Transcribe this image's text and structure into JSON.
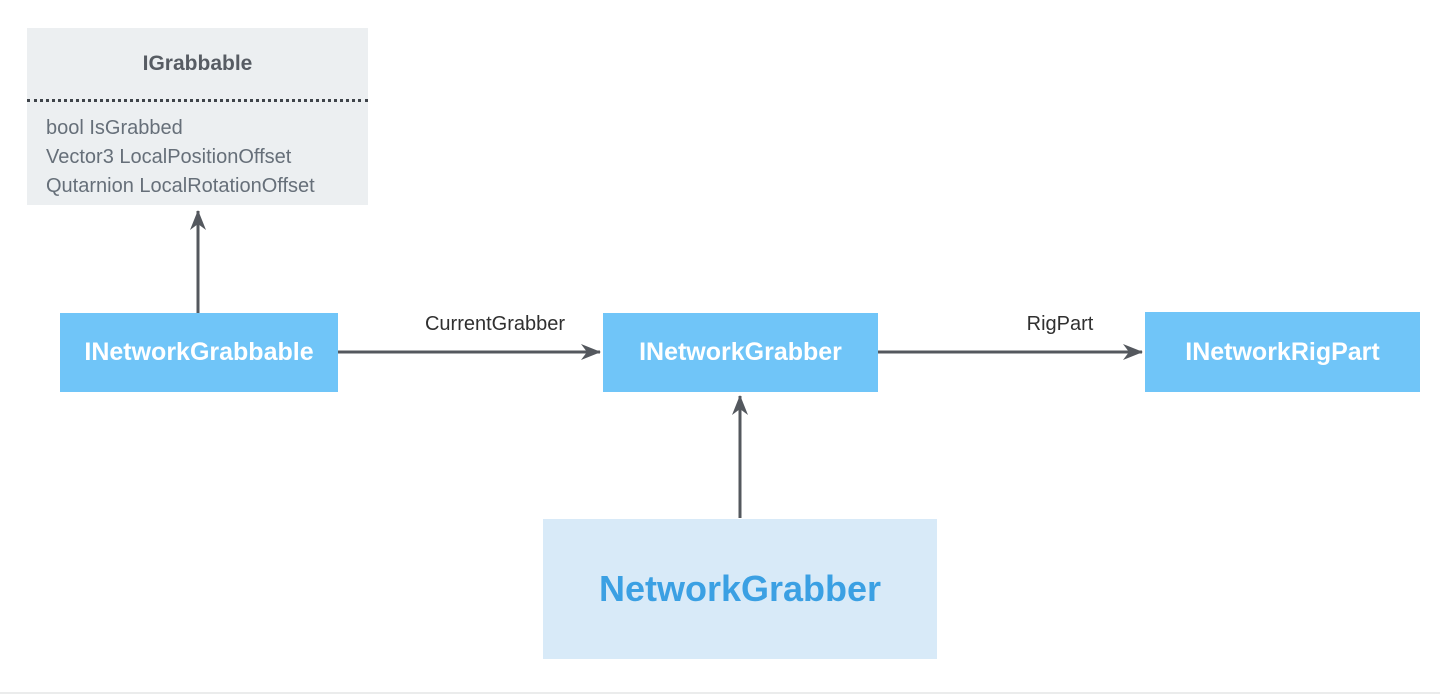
{
  "diagram": {
    "igrabbable": {
      "title": "IGrabbable",
      "members": [
        "bool IsGrabbed",
        "Vector3 LocalPositionOffset",
        "Qutarnion LocalRotationOffset"
      ]
    },
    "nodes": {
      "inetworkgrabbable": "INetworkGrabbable",
      "inetworkgrabber": "INetworkGrabber",
      "inetworkrigpart": "INetworkRigPart",
      "networkgrabber": "NetworkGrabber"
    },
    "edge_labels": {
      "current_grabber": "CurrentGrabber",
      "rig_part": "RigPart"
    },
    "colors": {
      "interface_box_bg": "#eceff1",
      "interface_title_text": "#575c63",
      "interface_member_text": "#666f79",
      "divider_dots": "#3f444a",
      "blue_node_bg": "#70c5f8",
      "blue_node_text": "#ffffff",
      "impl_node_bg": "#d8eaf8",
      "impl_node_text": "#3ba0e3",
      "arrow": "#54585e",
      "edge_label_text": "#303030",
      "bottom_divider": "#ebecec"
    }
  }
}
